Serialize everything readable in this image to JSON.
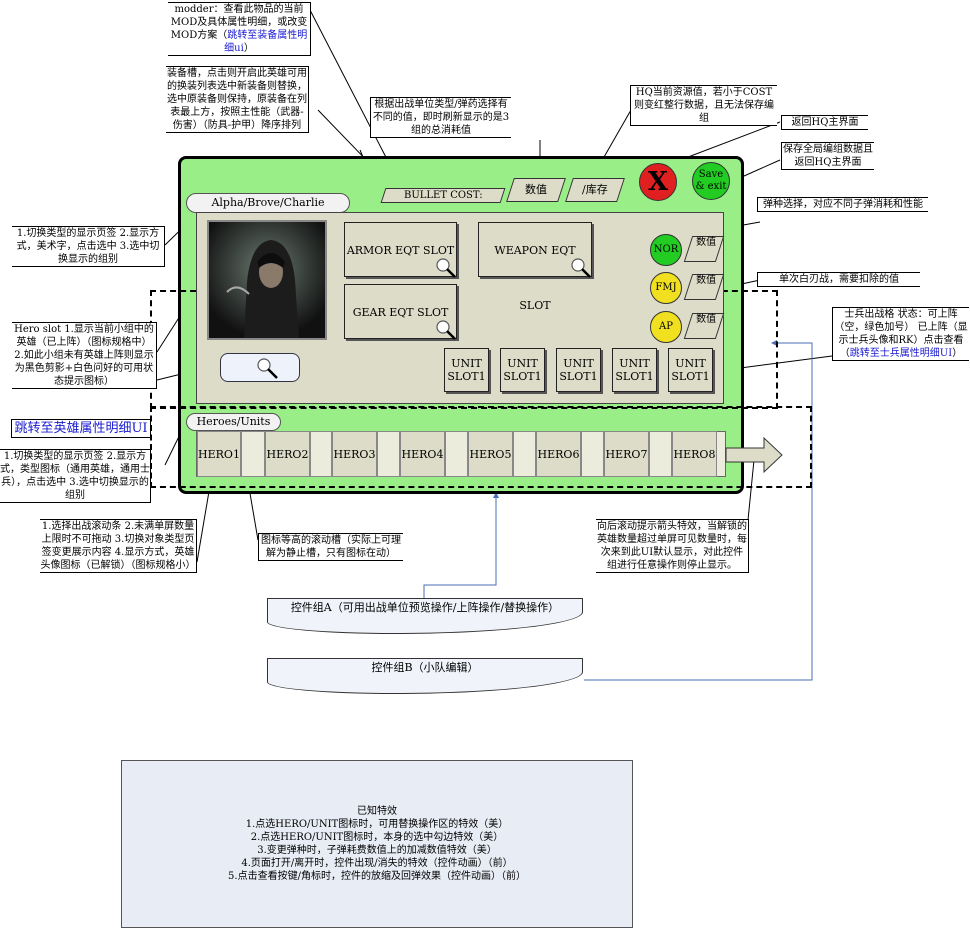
{
  "annotations": {
    "modder": {
      "text": "modder：查看此物品的当前MOD及具体属性明细，或改变MOD方案（",
      "link": "跳转至装备属性明细ui",
      "tail": "）"
    },
    "equip_slot": "装备槽，点击则开启此英雄可用的换装列表选中新装备则替换，选中原装备则保持，原装备在列表最上方，按照主性能（武器-伤害）（防具-护甲）降序排列",
    "bullet_cost": "根据出战单位类型/弹药选择有不同的值，即时刷新显示的是3组的总消耗值",
    "hq_resource": "HQ当前资源值，若小于COST则变红整行数据，且无法保存编组",
    "return_hq": "返回HQ主界面",
    "save_exit": "保存全局编组数据且返回HQ主界面",
    "ammo_select": "弹种选择，对应不同子弹消耗和性能",
    "melee": "单次白刃战，需要扣除的值",
    "soldier_status": {
      "text": "士兵出战格 状态：可上阵（空，绿色加号） 已上阵（显示士兵头像和RK）点击查看（",
      "link": "跳转至士兵属性明细UI",
      "tail": "）"
    },
    "tab_switch_1": "1.切换类型的显示页签 2.显示方式，美术字，点击选中 3.选中切换显示的组别",
    "hero_slot": "Hero slot 1.显示当前小组中的英雄（已上阵）（图标规格中） 2.如此小组未有英雄上阵则显示为黑色剪影+白色问好的可用状态提示图标）",
    "jump_hero": "跳转至英雄属性明细UI",
    "tab_switch_2": "1.切换类型的显示页签 2.显示方式，类型图标（通用英雄，通用士兵），点击选中 3.选中切换显示的组别",
    "scroll_bar": "1.选择出战滚动条 2.未满单屏数量上限时不可拖动 3.切换对象类型页签变更展示内容 4.显示方式，英雄头像图标（已解锁）（图标规格小）",
    "scroll_slot": "图标等高的滚动槽（实际上可理解为静止槽，只有图标在动）",
    "scroll_arrow": "向后滚动提示箭头特效，当解锁的英雄数量超过单屏可见数量时，每次来到此UI默认显示，对此控件组进行任意操作则停止显示。",
    "group_a": "控件组A（可用出战单位预览操作/上阵操作/替换操作）",
    "group_b": "控件组B（小队编辑）"
  },
  "ui": {
    "group_tab": "Alpha/Brove/Charlie",
    "bullet_cost_label": "BULLET COST:",
    "value_label": "数值",
    "stock_label": "/库存",
    "close_label": "X",
    "save_label": "Save & exit",
    "armor_slot": "ARMOR EQT SLOT",
    "weapon_slot": "WEAPON EQT SLOT",
    "gear_slot": "GEAR EQT SLOT",
    "ammo": [
      {
        "label": "NOR",
        "color": "#22cc22",
        "value": "数值"
      },
      {
        "label": "FMJ",
        "color": "#f0e020",
        "value": "数值"
      },
      {
        "label": "AP",
        "color": "#f0e020",
        "value": "数值"
      }
    ],
    "unit_slots": [
      "UNIT SLOT1",
      "UNIT SLOT1",
      "UNIT SLOT1",
      "UNIT SLOT1",
      "UNIT SLOT1"
    ],
    "heroes_tab": "Heroes/Units",
    "heroes": [
      "HERO1",
      "HERO2",
      "HERO3",
      "HERO4",
      "HERO5",
      "HERO6",
      "HERO7",
      "HERO8"
    ]
  },
  "known_effects": {
    "title": "已知特效",
    "items": [
      "1.点选HERO/UNIT图标时，可用替换操作区的特效（美）",
      "2.点选HERO/UNIT图标时，本身的选中勾边特效（美）",
      "3.变更弹种时，子弹耗费数值上的加减数值特效（美）",
      "4.页面打开/离开时，控件出现/消失的特效（控件动画）（前）",
      "5.点击查看按键/角标时，控件的放缩及回弹效果（控件动画）（前）"
    ]
  },
  "colors": {
    "panel": "#99ee88",
    "slot": "#dcdcc8",
    "close": "#e02020",
    "save": "#22cc22",
    "link": "#1a1ad0"
  }
}
